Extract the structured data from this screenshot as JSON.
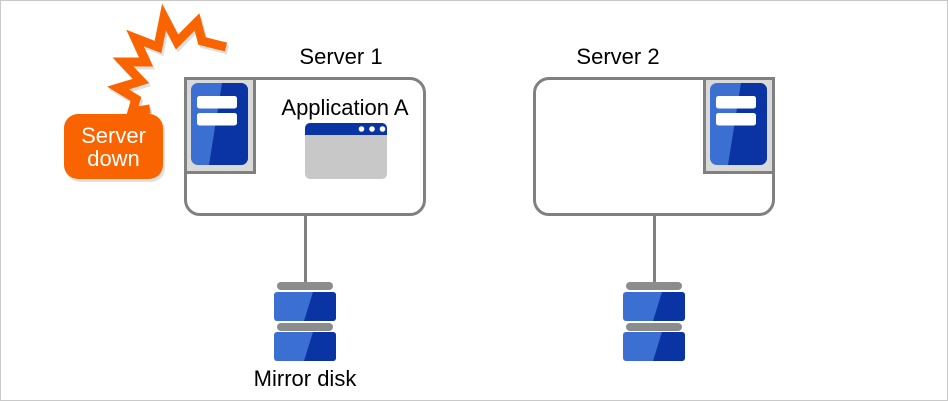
{
  "alert_badge": {
    "line1": "Server",
    "line2": "down"
  },
  "servers": [
    {
      "title": "Server 1",
      "app_label": "Application A"
    },
    {
      "title": "Server 2"
    }
  ],
  "disk": {
    "label": "Mirror disk"
  },
  "icons": {
    "crash": "crash-bolt-icon",
    "server": "server-tower-icon",
    "app_window": "application-window-icon",
    "mirror_disk": "mirror-disk-icon"
  },
  "colors": {
    "orange": "#fa6400",
    "blue_dark": "#0a34a4",
    "blue_light": "#3b6fd2",
    "outline_gray": "#808080",
    "frame_gray_fill": "#d9d9d9",
    "window_gray": "#c8c8c8",
    "disk_bar_gray": "#8c8c8c",
    "canvas_border": "#c9c9c9",
    "badge_text": "#ffffff",
    "text": "#000000"
  }
}
